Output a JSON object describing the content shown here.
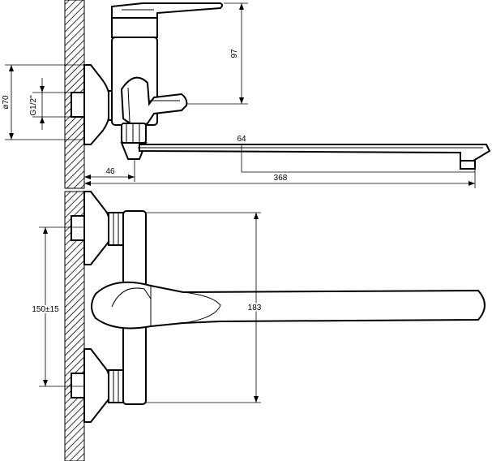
{
  "dimensions": {
    "top": {
      "height_97": "97",
      "diameter_70": "ø70",
      "thread": "G1/2\"",
      "offset_64": "64",
      "offset_46": "46",
      "length_368": "368"
    },
    "bottom": {
      "spacing": "150±15",
      "handle_length": "183"
    }
  },
  "colors": {
    "line": "#000000",
    "background": "#ffffff",
    "hatch": "#000000"
  }
}
